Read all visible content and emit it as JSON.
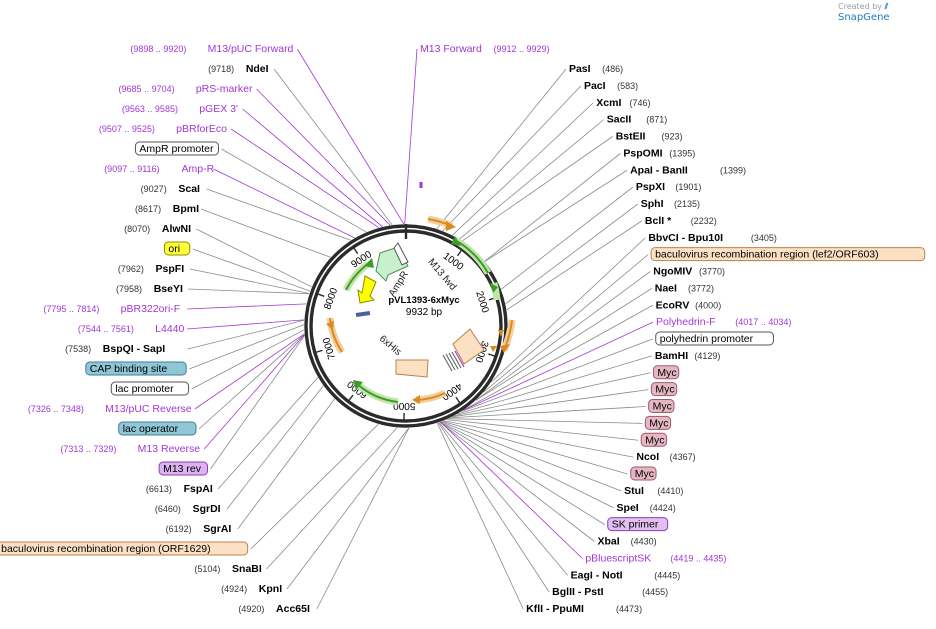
{
  "credit": {
    "created_by": "Created by",
    "brand": "SnapGene"
  },
  "plasmid": {
    "name": "pVL1393-6xMyc",
    "size_label": "9932 bp",
    "length": 9932
  },
  "ticks": [
    {
      "pos": 1000,
      "label": "1000"
    },
    {
      "pos": 2000,
      "label": "2000"
    },
    {
      "pos": 3000,
      "label": "3000"
    },
    {
      "pos": 4000,
      "label": "4000"
    },
    {
      "pos": 5000,
      "label": "5000"
    },
    {
      "pos": 6000,
      "label": "6000"
    },
    {
      "pos": 7000,
      "label": "7000"
    },
    {
      "pos": 8000,
      "label": "8000"
    },
    {
      "pos": 9000,
      "label": "9000"
    }
  ],
  "inner_features": [
    {
      "label": "M13 fwd"
    },
    {
      "label": "AmpR"
    },
    {
      "label": "6xHis"
    }
  ],
  "labels_right": [
    {
      "type": "site",
      "pos": 486,
      "name": "PasI",
      "coord": "(486)"
    },
    {
      "type": "site",
      "pos": 583,
      "name": "PacI",
      "coord": "(583)"
    },
    {
      "type": "site",
      "pos": 746,
      "name": "XcmI",
      "coord": "(746)"
    },
    {
      "type": "site",
      "pos": 871,
      "name": "SacII",
      "coord": "(871)"
    },
    {
      "type": "site",
      "pos": 923,
      "name": "BstEII",
      "coord": "(923)"
    },
    {
      "type": "site",
      "pos": 1395,
      "name": "PspOMI",
      "coord": "(1395)"
    },
    {
      "type": "site",
      "pos": 1399,
      "name": "ApaI  - BanII",
      "coord": "(1399)"
    },
    {
      "type": "site",
      "pos": 1901,
      "name": "PspXI",
      "coord": "(1901)"
    },
    {
      "type": "site",
      "pos": 2135,
      "name": "SphI",
      "coord": "(2135)"
    },
    {
      "type": "site",
      "pos": 2232,
      "name": "BclI *",
      "coord": "(2232)"
    },
    {
      "type": "site",
      "pos": 3405,
      "name": "BbvCI  - Bpu10I",
      "coord": "(3405)"
    },
    {
      "type": "box",
      "pos": 3600,
      "name": "baculovirus recombination region (lef2/ORF603)",
      "fill": "#fbe0c4",
      "stroke": "#b8834e"
    },
    {
      "type": "site",
      "pos": 3770,
      "name": "NgoMIV",
      "coord": "(3770)"
    },
    {
      "type": "site",
      "pos": 3772,
      "name": "NaeI",
      "coord": "(3772)"
    },
    {
      "type": "site",
      "pos": 4000,
      "name": "EcoRV",
      "coord": "(4000)"
    },
    {
      "type": "primer",
      "pos": 4017,
      "name": "Polyhedrin-F",
      "coord": "(4017 .. 4034)"
    },
    {
      "type": "box",
      "pos": 4050,
      "name": "polyhedrin promoter",
      "fill": "#ffffff",
      "stroke": "#555555"
    },
    {
      "type": "site",
      "pos": 4129,
      "name": "BamHI",
      "coord": "(4129)"
    },
    {
      "type": "box",
      "pos": 4180,
      "name": "Myc",
      "fill": "#e5b7c4",
      "stroke": "#a0586b"
    },
    {
      "type": "box",
      "pos": 4215,
      "name": "Myc",
      "fill": "#e5b7c4",
      "stroke": "#a0586b"
    },
    {
      "type": "box",
      "pos": 4250,
      "name": "Myc",
      "fill": "#e5b7c4",
      "stroke": "#a0586b"
    },
    {
      "type": "box",
      "pos": 4285,
      "name": "Myc",
      "fill": "#e5b7c4",
      "stroke": "#a0586b"
    },
    {
      "type": "box",
      "pos": 4320,
      "name": "Myc",
      "fill": "#e5b7c4",
      "stroke": "#a0586b"
    },
    {
      "type": "site",
      "pos": 4367,
      "name": "NcoI",
      "coord": "(4367)"
    },
    {
      "type": "box",
      "pos": 4390,
      "name": "Myc",
      "fill": "#e5b7c4",
      "stroke": "#a0586b"
    },
    {
      "type": "site",
      "pos": 4410,
      "name": "StuI",
      "coord": "(4410)"
    },
    {
      "type": "site",
      "pos": 4424,
      "name": "SpeI",
      "coord": "(4424)"
    },
    {
      "type": "box",
      "pos": 4427,
      "name": "SK primer",
      "fill": "#e2bff0",
      "stroke": "#8a3fb0"
    },
    {
      "type": "site",
      "pos": 4430,
      "name": "XbaI",
      "coord": "(4430)"
    },
    {
      "type": "primer",
      "pos": 4419,
      "name": "pBluescriptSK",
      "coord": "(4419 .. 4435)"
    },
    {
      "type": "site",
      "pos": 4445,
      "name": "EagI  - NotI",
      "coord": "(4445)"
    },
    {
      "type": "site",
      "pos": 4455,
      "name": "BglII  - PstI",
      "coord": "(4455)"
    },
    {
      "type": "site",
      "pos": 4473,
      "name": "KflI  - PpuMI",
      "coord": "(4473)"
    }
  ],
  "labels_left": [
    {
      "type": "site",
      "pos": 4920,
      "name": "Acc65I",
      "coord": "(4920)"
    },
    {
      "type": "site",
      "pos": 4924,
      "name": "KpnI",
      "coord": "(4924)"
    },
    {
      "type": "site",
      "pos": 5104,
      "name": "SnaBI",
      "coord": "(5104)"
    },
    {
      "type": "box",
      "pos": 5400,
      "name": "baculovirus recombination region (ORF1629)",
      "fill": "#fbe0c4",
      "stroke": "#b8834e"
    },
    {
      "type": "site",
      "pos": 6192,
      "name": "SgrAI",
      "coord": "(6192)"
    },
    {
      "type": "site",
      "pos": 6460,
      "name": "SgrDI",
      "coord": "(6460)"
    },
    {
      "type": "site",
      "pos": 6613,
      "name": "FspAI",
      "coord": "(6613)"
    },
    {
      "type": "box",
      "pos": 7300,
      "name": "M13 rev",
      "fill": "#dcb3f0",
      "stroke": "#8a3fb0"
    },
    {
      "type": "primer",
      "pos": 7313,
      "name": "M13 Reverse",
      "coord": "(7313 .. 7329)"
    },
    {
      "type": "box",
      "pos": 7320,
      "name": "lac operator",
      "fill": "#8fc7d6",
      "stroke": "#3f7f91"
    },
    {
      "type": "primer",
      "pos": 7326,
      "name": "M13/pUC Reverse",
      "coord": "(7326 .. 7348)"
    },
    {
      "type": "box",
      "pos": 7390,
      "name": "lac promoter",
      "fill": "#ffffff",
      "stroke": "#555555"
    },
    {
      "type": "box",
      "pos": 7470,
      "name": "CAP binding site",
      "fill": "#8fc7d6",
      "stroke": "#3f7f91"
    },
    {
      "type": "site",
      "pos": 7538,
      "name": "BspQI  - SapI",
      "coord": "(7538)"
    },
    {
      "type": "primer",
      "pos": 7544,
      "name": "L4440",
      "coord": "(7544 .. 7561)"
    },
    {
      "type": "primer",
      "pos": 7795,
      "name": "pBR322ori-F",
      "coord": "(7795 .. 7814)"
    },
    {
      "type": "site",
      "pos": 7958,
      "name": "BseYI",
      "coord": "(7958)"
    },
    {
      "type": "site",
      "pos": 7962,
      "name": "PspFI",
      "coord": "(7962)"
    },
    {
      "type": "box",
      "pos": 8000,
      "name": "ori",
      "fill": "#ffff3a",
      "stroke": "#8c8c00"
    },
    {
      "type": "site",
      "pos": 8070,
      "name": "AlwNI",
      "coord": "(8070)"
    },
    {
      "type": "site",
      "pos": 8617,
      "name": "BpmI",
      "coord": "(8617)"
    },
    {
      "type": "site",
      "pos": 9027,
      "name": "ScaI",
      "coord": "(9027)"
    },
    {
      "type": "primer",
      "pos": 9097,
      "name": "Amp-R",
      "coord": "(9097 .. 9116)"
    },
    {
      "type": "box",
      "pos": 9300,
      "name": "AmpR promoter",
      "fill": "#ffffff",
      "stroke": "#555555"
    },
    {
      "type": "primer",
      "pos": 9507,
      "name": "pBRforEco",
      "coord": "(9507 .. 9525)"
    },
    {
      "type": "primer",
      "pos": 9563,
      "name": "pGEX 3'",
      "coord": "(9563 .. 9585)"
    },
    {
      "type": "primer",
      "pos": 9685,
      "name": "pRS-marker",
      "coord": "(9685 .. 9704)"
    },
    {
      "type": "site",
      "pos": 9718,
      "name": "NdeI",
      "coord": "(9718)"
    },
    {
      "type": "primer",
      "pos": 9898,
      "name": "M13/pUC Forward",
      "coord": "(9898 .. 9920)"
    }
  ],
  "label_top": {
    "type": "primer",
    "pos": 9912,
    "name": "M13 Forward",
    "coord": "(9912 .. 9929)"
  },
  "colors": {
    "backbone": "#2b2b2b",
    "primer": "#a236d6",
    "site": "#000000",
    "coord": "#333333",
    "leader": "#8a8a8a",
    "green": "#3d9b2a",
    "orange": "#d98b1f"
  }
}
